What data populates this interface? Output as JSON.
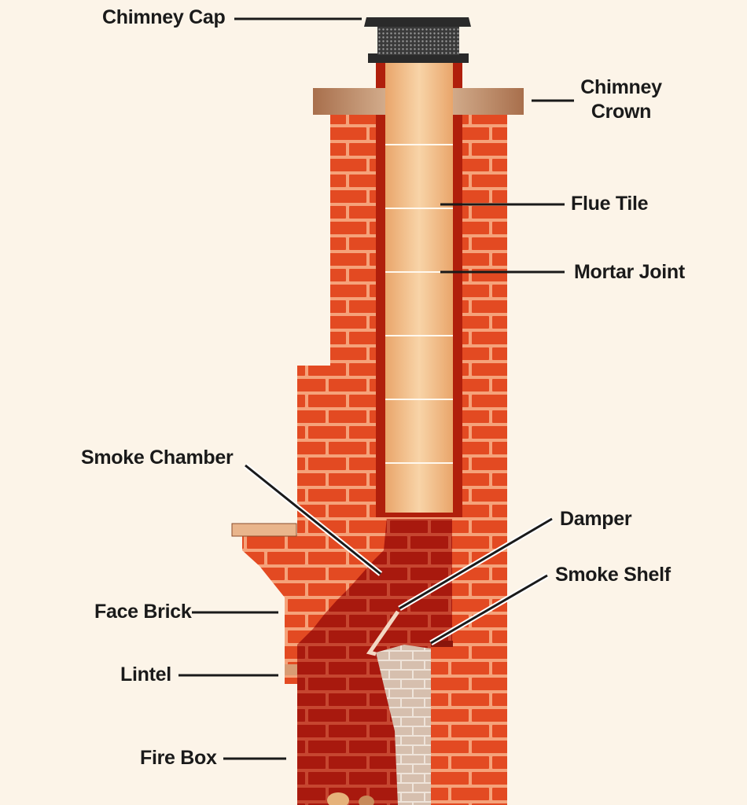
{
  "labels": {
    "chimney_cap": "Chimney Cap",
    "chimney_crown_line1": "Chimney",
    "chimney_crown_line2": "Crown",
    "flue_tile": "Flue Tile",
    "mortar_joint": "Mortar Joint",
    "smoke_chamber": "Smoke Chamber",
    "damper": "Damper",
    "smoke_shelf": "Smoke Shelf",
    "face_brick": "Face Brick",
    "lintel": "Lintel",
    "fire_box": "Fire Box"
  },
  "colors": {
    "background": "#fcf4e8",
    "brick": "#e0461e",
    "brick_dark": "#a81c10",
    "mortar": "#f7b58a",
    "flue_liner": "#f4c99a",
    "crown": "#b57a55",
    "cap": "#2a2a2a",
    "firebrick": "#d9c3b4",
    "leader_line": "#1a1a1a"
  }
}
